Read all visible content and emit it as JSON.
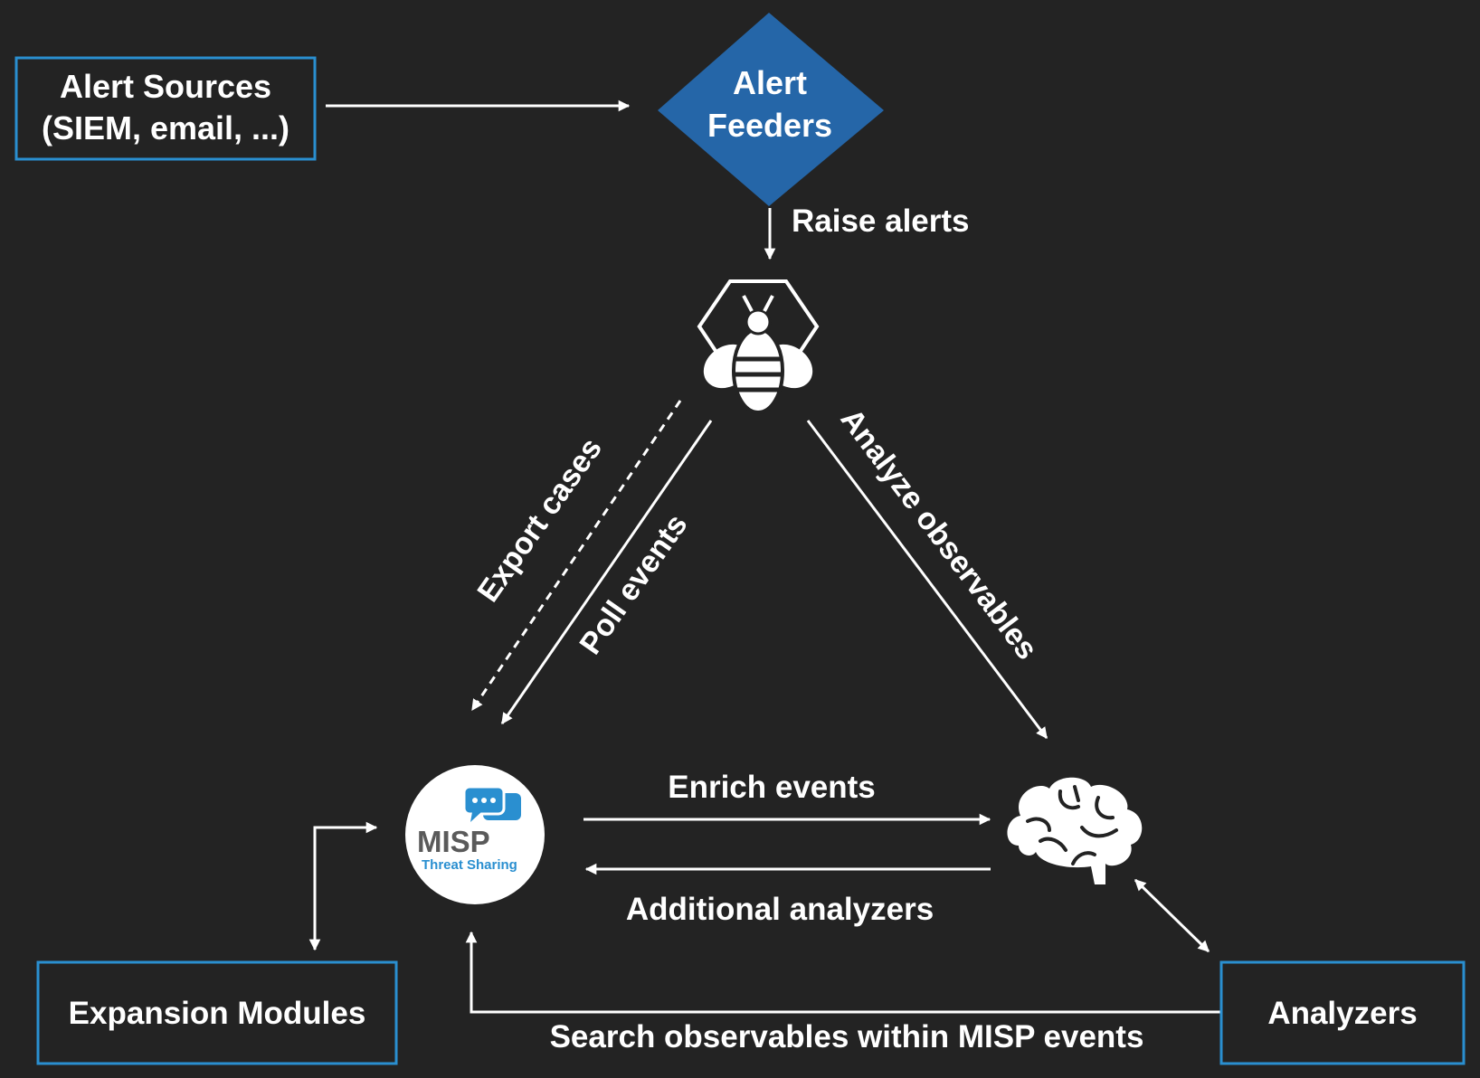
{
  "nodes": {
    "alert_sources": {
      "line1": "Alert Sources",
      "line2": "(SIEM, email, ...)"
    },
    "alert_feeders": {
      "line1": "Alert",
      "line2": "Feeders"
    },
    "misp": {
      "name": "MISP",
      "tagline": "Threat Sharing"
    },
    "expansion_modules": {
      "label": "Expansion Modules"
    },
    "analyzers": {
      "label": "Analyzers"
    }
  },
  "edges": {
    "raise_alerts": "Raise alerts",
    "export_cases": "Export cases",
    "poll_events": "Poll events",
    "analyze_observables": "Analyze observables",
    "enrich_events": "Enrich events",
    "additional_analyzers": "Additional analyzers",
    "search_observables": "Search observables within MISP events"
  },
  "icons": [
    "thehive-bee-icon",
    "cortex-brain-icon",
    "misp-logo-icon",
    "chat-bubbles-icon"
  ],
  "colors": {
    "background": "#232323",
    "box_border": "#2a8fd0",
    "diamond_fill": "#2566a8",
    "text": "#ffffff",
    "misp_grey": "#5a5a5a",
    "misp_blue": "#2a8fd0"
  }
}
